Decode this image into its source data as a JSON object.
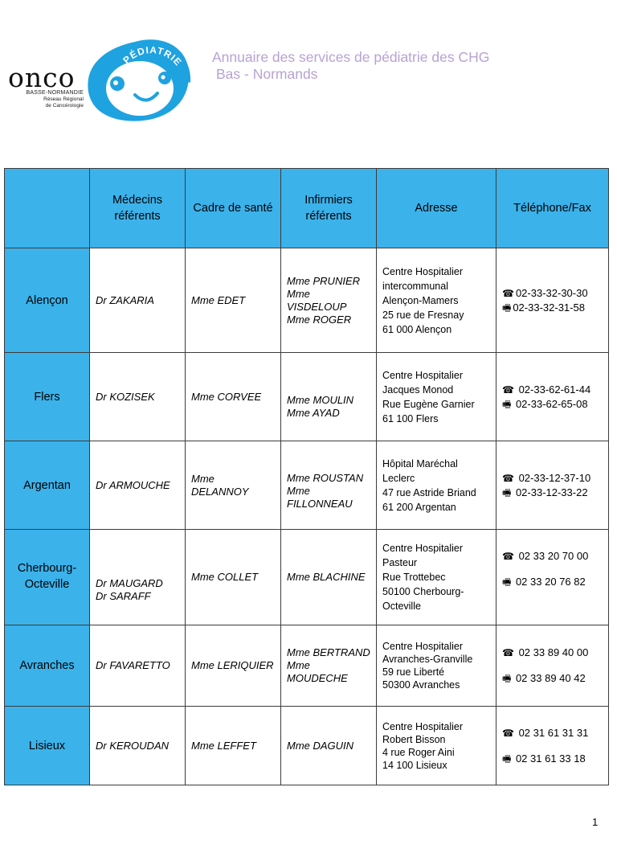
{
  "logo": {
    "name": "onco",
    "region": "BASSE-NORMANDIE",
    "tagline_1": "Réseau Régional",
    "tagline_2": "de Cancérologie",
    "arc_text": "PÉDIATRIE"
  },
  "title": {
    "line1": "Annuaire des services de pédiatrie des CHG",
    "line2": "Bas - Normands"
  },
  "headers": {
    "city": "",
    "medecins_1": "Médecins",
    "medecins_2": "référents",
    "cadre": "Cadre de santé",
    "infirmiers_1": "Infirmiers",
    "infirmiers_2": "référents",
    "adresse": "Adresse",
    "telephone": "Téléphone/Fax"
  },
  "rows": [
    {
      "city_1": "Alençon",
      "city_2": "",
      "medecin_1": "Dr ZAKARIA",
      "medecin_2": "",
      "cadre": "Mme EDET",
      "inf_1": "Mme PRUNIER",
      "inf_2": "Mme VISDELOUP",
      "inf_3": "Mme ROGER",
      "addr": [
        "Centre Hospitalier",
        "intercommunal",
        "Alençon-Mamers",
        "25 rue de Fresnay",
        "61 000 Alençon"
      ],
      "tel": "02-33-32-30-30",
      "fax": "02-33-32-31-58"
    },
    {
      "city_1": "Flers",
      "city_2": "",
      "medecin_1": "Dr KOZISEK",
      "medecin_2": "",
      "cadre": "Mme CORVEE",
      "inf_1": "Mme MOULIN",
      "inf_2": "Mme AYAD",
      "inf_3": "",
      "addr": [
        "Centre Hospitalier",
        "Jacques Monod",
        "Rue Eugène Garnier",
        "61 100 Flers",
        ""
      ],
      "tel": " 02-33-62-61-44",
      "fax": " 02-33-62-65-08"
    },
    {
      "city_1": "Argentan",
      "city_2": "",
      "medecin_1": "Dr ARMOUCHE",
      "medecin_2": "",
      "cadre": "Mme DELANNOY",
      "inf_1": "Mme ROUSTAN",
      "inf_2": "Mme",
      "inf_3": "FILLONNEAU",
      "addr": [
        "Hôpital Maréchal",
        "Leclerc",
        "47 rue Astride Briand",
        "61 200 Argentan",
        ""
      ],
      "tel": " 02-33-12-37-10",
      "fax": " 02-33-12-33-22"
    },
    {
      "city_1": "Cherbourg-",
      "city_2": "Octeville",
      "medecin_1": "Dr MAUGARD",
      "medecin_2": "Dr SARAFF",
      "cadre": "Mme COLLET",
      "inf_1": "Mme BLACHINE",
      "inf_2": "",
      "inf_3": "",
      "addr": [
        "Centre Hospitalier",
        "Pasteur",
        "Rue Trottebec",
        "50100 Cherbourg-",
        "Octeville"
      ],
      "tel": " 02 33 20 70 00",
      "fax": " 02 33 20 76 82"
    },
    {
      "city_1": "Avranches",
      "city_2": "",
      "medecin_1": "Dr FAVARETTO",
      "medecin_2": "",
      "cadre": "Mme LERIQUIER",
      "inf_1": "Mme BERTRAND",
      "inf_2": "Mme",
      "inf_3": "MOUDECHE",
      "addr": [
        "Centre Hospitalier",
        "Avranches-Granville",
        "59 rue Liberté",
        "50300 Avranches",
        ""
      ],
      "tel": " 02 33 89 40 00",
      "fax": "  02 33 89 40 42"
    },
    {
      "city_1": "Lisieux",
      "city_2": "",
      "medecin_1": "Dr KEROUDAN",
      "medecin_2": "",
      "cadre": "Mme LEFFET",
      "inf_1": "Mme DAGUIN",
      "inf_2": "",
      "inf_3": "",
      "addr": [
        "Centre Hospitalier",
        "Robert Bisson",
        "4 rue Roger Aini",
        "14 100 Lisieux",
        ""
      ],
      "tel": " 02 31 61 31 31",
      "fax": " 02 31 61 33 18"
    }
  ],
  "icons": {
    "phone": "phone-icon",
    "fax": "fax-icon"
  },
  "colors": {
    "header_bg": "#3bb2ea",
    "title": "#b8a2d4",
    "logo_blue": "#1fa2e0"
  },
  "page_number": "1"
}
